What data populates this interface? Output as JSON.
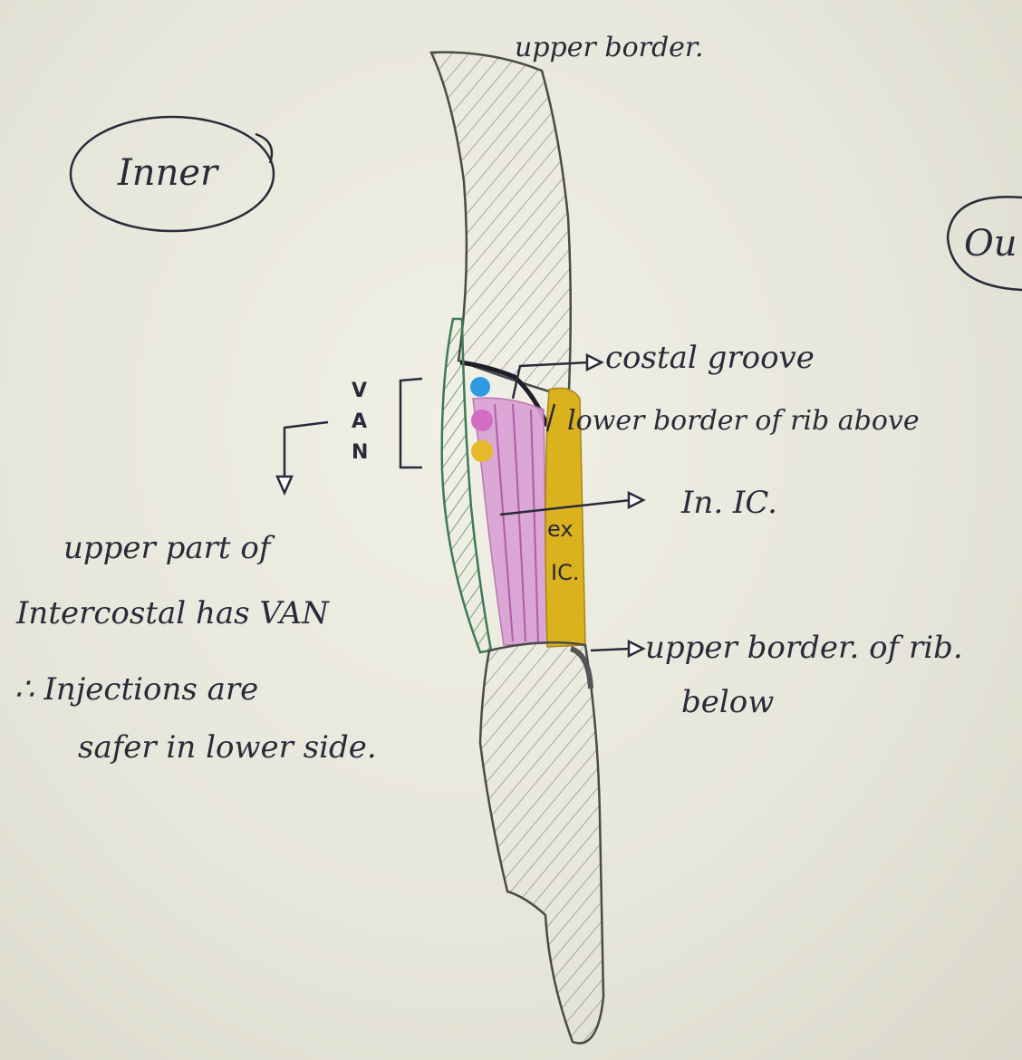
{
  "labels": {
    "inner": "Inner",
    "outer_partial": "Ou",
    "upper_border": "upper border.",
    "costal_groove": "costal groove",
    "lower_border_rib_above": "lower border of rib above",
    "in_ic": "In. IC.",
    "ex_ic_line1": "ex",
    "ex_ic_line2": "IC.",
    "upper_border_rib_below_line1": "upper border. of rib.",
    "upper_border_rib_below_line2": "below",
    "van": [
      "V",
      "A",
      "N"
    ],
    "note_line1": "upper part of",
    "note_line2": "Intercostal has VAN",
    "note_line3": "∴ Injections are",
    "note_line4": "safer in lower side."
  },
  "colors": {
    "vein": "#2e9be0",
    "artery": "#d36cc4",
    "nerve": "#e7b92a",
    "internal_intercostal": "#d9a0d4",
    "external_intercostal": "#d9b21e",
    "innermost_layer": "#6aa77a",
    "bone_hatch": "#7b7b7b",
    "ink": "#2a2a3a"
  }
}
